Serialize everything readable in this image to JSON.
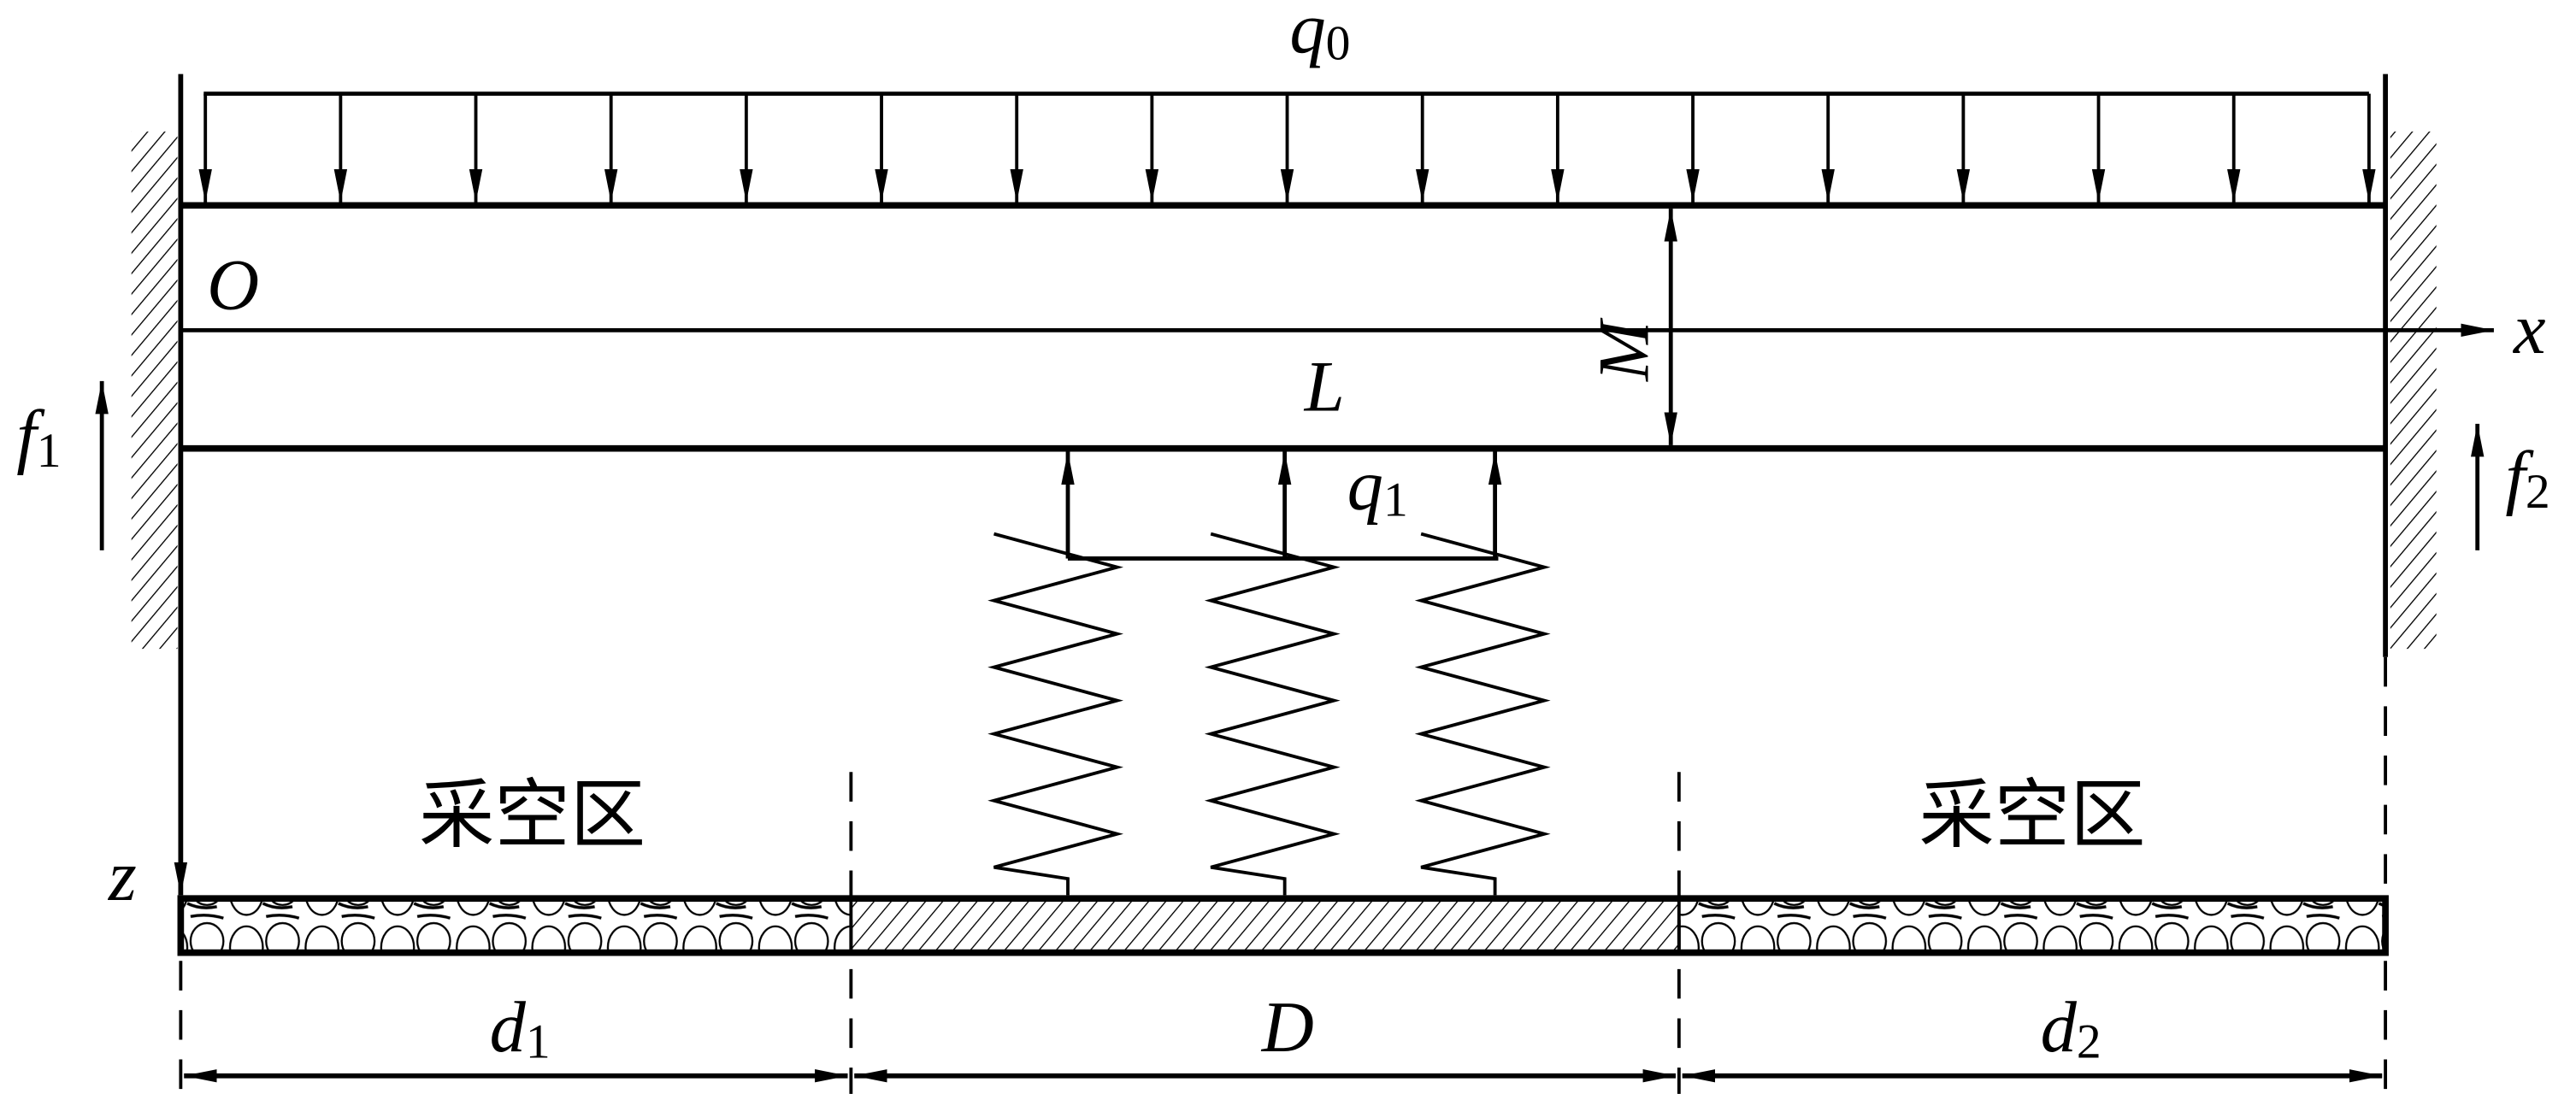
{
  "labels": {
    "q0": {
      "main": "q",
      "sub": "0"
    },
    "q1": {
      "main": "q",
      "sub": "1"
    },
    "origin": "O",
    "length": "L",
    "thickness": "M",
    "x_axis": "x",
    "z_axis": "z",
    "f1": {
      "main": "f",
      "sub": "1"
    },
    "f2": {
      "main": "f",
      "sub": "2"
    },
    "goaf_left": "采空区",
    "goaf_right": "采空区",
    "d1": {
      "main": "d",
      "sub": "1"
    },
    "D": "D",
    "d2": {
      "main": "d",
      "sub": "2"
    }
  },
  "load_arrow_count": 17,
  "spring_count": 3
}
